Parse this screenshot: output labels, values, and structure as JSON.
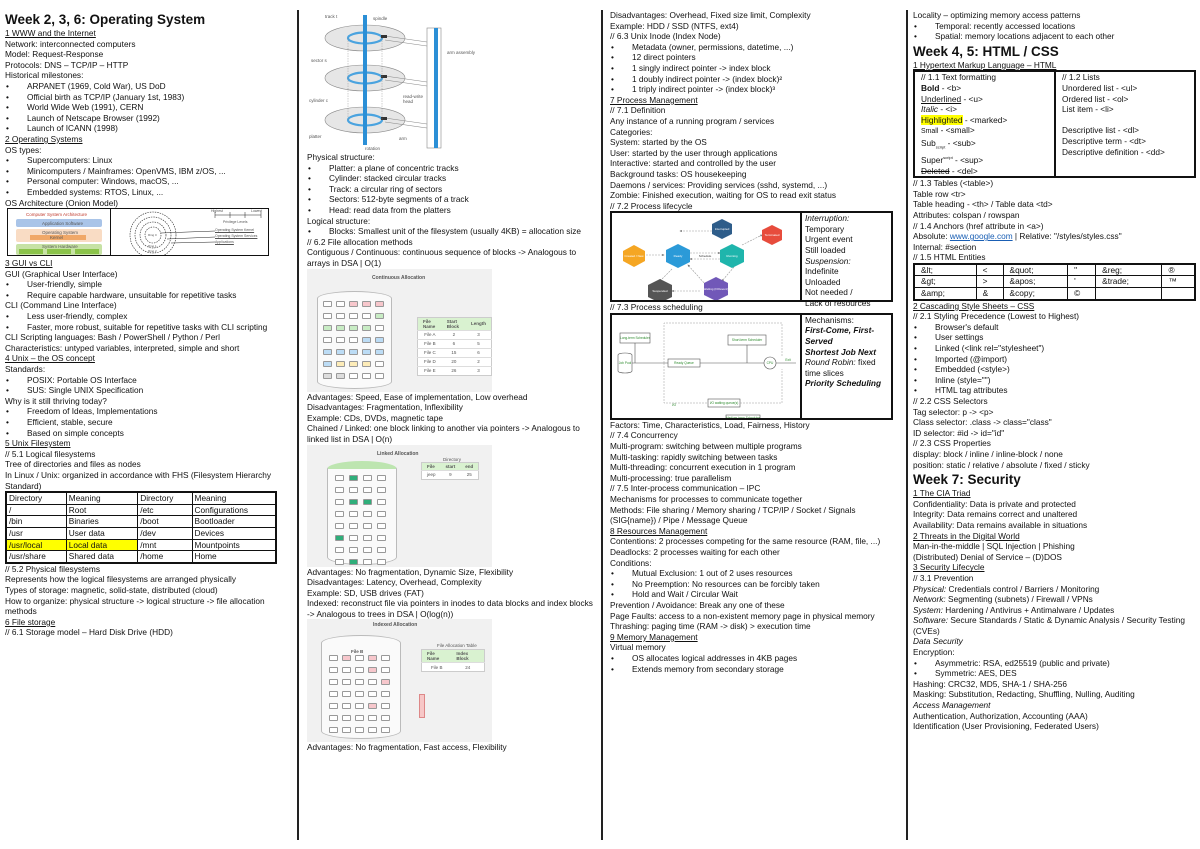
{
  "col1": {
    "week_title": "Week 2, 3, 6: Operating System",
    "s1": {
      "title": "1 WWW and the Internet",
      "lines": [
        "Network: interconnected computers",
        "Model: Request-Response",
        "Protocols: DNS – TCP/IP – HTTP",
        "Historical milestones:"
      ],
      "bullets": [
        "ARPANET (1969, Cold War), US DoD",
        "Official birth as TCP/IP (January 1st, 1983)",
        "World Wide Web (1991), CERN",
        "Launch of Netscape Browser (1992)",
        "Launch of ICANN (1998)"
      ]
    },
    "s2": {
      "title": "2 Operating Systems",
      "intro": "OS types:",
      "bullets": [
        "Supercomputers: Linux",
        "Minicomputers / Mainframes: OpenVMS, IBM z/OS, ...",
        "Personal computer: Windows, macOS, ...",
        "Embedded systems: RTOS, Linux, ..."
      ],
      "arch_label": "OS Architecture (Onion Model)",
      "fig_left": {
        "title": "Computer System Architecture",
        "app": "Application Software",
        "os": "Operating System",
        "kernel": "Kernel",
        "hw": "System Hardware",
        "cpu": "CPU",
        "mem": "Memory",
        "dev": "Devices"
      },
      "fig_right": {
        "rings": [
          "Ring 0",
          "Ring 1",
          "Ring 2",
          "Ring 3"
        ],
        "top_left": "Highest",
        "top_right": "Lowest",
        "scale": [
          "0",
          "1",
          "2",
          "3"
        ],
        "priv": "Privilege Levels",
        "l1": "Operating System Kernel",
        "l2": "Operating System Services",
        "l3": "Applications"
      }
    },
    "s3": {
      "title": "3 GUI vs CLI",
      "gui": "GUI (Graphical User Interface)",
      "gui_bullets": [
        "User-friendly, simple",
        "Require capable hardware, unsuitable for repetitive tasks"
      ],
      "cli": "CLI (Command Line Interface)",
      "cli_bullets": [
        "Less user-friendly, complex",
        "Faster, more robust, suitable for repetitive tasks with CLI scripting"
      ],
      "lines": [
        "CLI Scripting languages: Bash / PowerShell / Python / Perl",
        "Characteristics: untyped variables, interpreted, simple and short"
      ]
    },
    "s4": {
      "title": "4 Unix – the OS concept",
      "standards": "Standards:",
      "std_bullets": [
        "POSIX: Portable OS Interface",
        "SUS: Single UNIX Specification"
      ],
      "why": "Why is it still thriving today?",
      "why_bullets": [
        "Freedom of Ideas, Implementations",
        "Efficient, stable, secure",
        "Based on simple concepts"
      ]
    },
    "s5": {
      "title": "5 Unix Filesystem",
      "sub1": "// 5.1 Logical filesystems",
      "lines": [
        "Tree of directories and files as nodes",
        "In Linux / Unix: organized in accordance with FHS (Filesystem Hierarchy Standard)"
      ],
      "table": {
        "headers": [
          "Directory",
          "Meaning",
          "Directory",
          "Meaning"
        ],
        "rows": [
          [
            "/",
            "Root",
            "/etc",
            "Configurations"
          ],
          [
            "/bin",
            "Binaries",
            "/boot",
            "Bootloader"
          ],
          [
            "/usr",
            "User data",
            "/dev",
            "Devices"
          ],
          [
            "/usr/local",
            "Local data",
            "/mnt",
            "Mountpoints"
          ],
          [
            "/usr/share",
            "Shared data",
            "/home",
            "Home"
          ]
        ]
      },
      "sub2": "// 5.2 Physical filesystems",
      "lines2": [
        "Represents how the logical filesystems are arranged physically",
        "Types of storage: magnetic, solid-state, distributed (cloud)",
        "How to organize: physical structure -> logical structure -> file allocation methods"
      ]
    },
    "s6": {
      "title": "6 File storage",
      "sub1": "// 6.1 Storage model – Hard Disk Drive (HDD)"
    }
  },
  "col2": {
    "hdd_fig": {
      "track": "track t",
      "spindle": "spindle",
      "arm_assembly": "arm assembly",
      "sector": "sector s",
      "cylinder": "cylinder c",
      "rw_head": "read-write head",
      "platter": "platter",
      "arm": "arm",
      "rotation": "rotation"
    },
    "phys": "Physical structure:",
    "phys_bullets": [
      "Platter: a plane of concentric tracks",
      "Cylinder: stacked circular tracks",
      "Track: a circular ring of sectors",
      "Sectors: 512-byte segments of a track",
      "Head: read data from the platters"
    ],
    "logical": "Logical structure:",
    "logical_bullets": [
      "Blocks: Smallest unit of the filesystem (usually 4KB) = allocation size"
    ],
    "sub2": "// 6.2 File allocation methods",
    "contig": "Contiguous / Continuous: continuous sequence of blocks -> Analogous to arrays in DSA | O(1)",
    "contig_fig": {
      "title": "Continuous Allocation",
      "headers": [
        "File Name",
        "Start Block",
        "Length"
      ],
      "rows": [
        [
          "File A",
          "2",
          "3"
        ],
        [
          "File B",
          "6",
          "5"
        ],
        [
          "File C",
          "15",
          "6"
        ],
        [
          "File D",
          "20",
          "2"
        ],
        [
          "File E",
          "26",
          "3"
        ]
      ]
    },
    "contig_lines": [
      "Advantages: Speed, Ease of implementation, Low overhead",
      "Disadvantages: Fragmentation, Inflexibility",
      "Example: CDs, DVDs, magnetic tape"
    ],
    "linked": "Chained / Linked: one block linking to another via pointers -> Analogous to linked list in DSA | O(n)",
    "linked_fig": {
      "title": "Linked Allocation",
      "dir": "Directory",
      "headers": [
        "File",
        "start",
        "end"
      ],
      "row": [
        "jeep",
        "9",
        "25"
      ]
    },
    "linked_lines": [
      "Advantages: No fragmentation, Dynamic Size, Flexibility",
      "Disadvantages: Latency, Overhead, Complexity",
      "Example: SD, USB drives (FAT)"
    ],
    "indexed": "Indexed: reconstruct file via pointers in inodes to data blocks and index blocks -> Analogous to trees in DSA | O(log(n))",
    "indexed_fig": {
      "title": "Indexed Allocation",
      "fat": "File Allocation Table",
      "headers": [
        "File Name",
        "Index Block"
      ],
      "row": [
        "File B",
        "24"
      ],
      "file": "File B"
    },
    "indexed_adv": "Advantages: No fragmentation, Fast access, Flexibility"
  },
  "col3": {
    "top_lines": [
      "Disadvantages: Overhead, Fixed size limit, Complexity",
      "Example: HDD / SSD (NTFS, ext4)",
      "// 6.3 Unix Inode (Index Node)"
    ],
    "inode_bullets": [
      "Metadata (owner, permissions, datetime, ...)",
      "12 direct pointers",
      "1 singly indirect pointer -> index block",
      "1 doubly indirect pointer -> (index block)²",
      "1 triply indirect pointer -> (index block)³"
    ],
    "s7": {
      "title": "7 Process Management",
      "sub1": "// 7.1 Definition",
      "lines": [
        "Any instance of a running program / services",
        "Categories:",
        "System: started by the OS",
        "User: started by the user through applications",
        "Interactive: started and controlled by the user",
        "Background tasks: OS housekeeping",
        "Daemons / services: Providing services (sshd, systemd, ...)",
        "Zombie: Finished execution, waiting for OS to read exit status"
      ],
      "sub2": "// 7.2 Process lifecycle",
      "lifecycle": {
        "states": [
          "Interrupted",
          "Terminated",
          "Created / New",
          "Ready",
          "Running",
          "Suspended",
          "Waiting (I/O/event)"
        ],
        "schedule": "Schedule",
        "side": [
          {
            "t": "Interruption:",
            "i": true
          },
          {
            "t": "Temporary"
          },
          {
            "t": "Urgent event"
          },
          {
            "t": "Still loaded"
          },
          {
            "t": "Suspension:",
            "i": true
          },
          {
            "t": "Indefinite"
          },
          {
            "t": "Unloaded"
          },
          {
            "t": "Not needed /"
          },
          {
            "t": "Lack of resources"
          }
        ]
      },
      "sub3": "// 7.3 Process scheduling",
      "sched": {
        "long": "Long-term Scheduler",
        "short": "Short-term Scheduler",
        "job": "Job Pool",
        "ready": "Ready Queue",
        "cpu": "CPU",
        "exit": "Exit",
        "io": "I/O",
        "wait": "I/O waiting queue(s)",
        "medium": "Medium-term Scheduler",
        "mech": "Mechanisms:",
        "fcfs": "First-Come, First-Served",
        "sjn": "Shortest Job Next",
        "rr": "Round Robin:",
        "rr_rest": " fixed time slices",
        "ps": "Priority Scheduling"
      },
      "factors": "Factors: Time, Characteristics, Load, Fairness, History",
      "sub4": "// 7.4 Concurrency",
      "conc": [
        "Multi-program: switching between multiple programs",
        "Multi-tasking: rapidly switching between tasks",
        "Multi-threading: concurrent execution in 1 program",
        "Multi-processing: true parallelism"
      ],
      "sub5": "// 7.5 Inter-process communication – IPC",
      "ipc": [
        "Mechanisms for processes to communicate together",
        "Methods: File sharing / Memory sharing / TCP/IP / Socket / Signals (SIG{name}) / Pipe / Message Queue"
      ]
    },
    "s8": {
      "title": "8 Resources Management",
      "lines": [
        "Contentions: 2 processes competing for the same resource (RAM, file, ...)",
        "Deadlocks: 2 processes waiting for each other",
        "Conditions:"
      ],
      "bullets": [
        "Mutual Exclusion: 1 out of 2 uses resources",
        "No Preemption: No resources can be forcibly taken",
        "Hold and Wait / Circular Wait"
      ],
      "lines2": [
        "Prevention / Avoidance: Break any one of these",
        "Page Faults: access to a non-existent memory page in physical memory",
        "Thrashing: paging time (RAM -> disk) > execution time"
      ]
    },
    "s9": {
      "title": "9 Memory Management",
      "intro": "Virtual memory",
      "bullets": [
        "OS allocates logical addresses in 4KB pages",
        "Extends memory from secondary storage"
      ]
    }
  },
  "col4": {
    "locality": "Locality – optimizing memory access patterns",
    "loc_bullets": [
      "Temporal: recently accessed locations",
      "Spatial: memory locations adjacent to each other"
    ],
    "week_title": "Week 4, 5: HTML / CSS",
    "html": {
      "title": "1 Hypertext Markup Language – HTML",
      "fmt_title": "// 1.1 Text formatting",
      "fmt": {
        "bold": "Bold",
        "bold_tag": " - <b>",
        "u": "Underlined",
        "u_tag": " - <u>",
        "i": "Italic",
        "i_tag": " - <i>",
        "hl": "Highlighted",
        "hl_tag": " - <marked>",
        "small": "Small",
        "small_tag": " - <small>",
        "sub": "Sub",
        "sub_s": "script",
        "sub_tag": " - <sub>",
        "sup": "Super",
        "sup_s": "script",
        "sup_tag": " - <sup>",
        "del": "Deleted",
        "del_tag": " - <del>"
      },
      "lists_title": "// 1.2 Lists",
      "lists": [
        "Unordered list - <ul>",
        "Ordered list - <ol>",
        "List item - <li>",
        "",
        "Descriptive list - <dl>",
        "Descriptive term - <dt>",
        "Descriptive definition - <dd>"
      ],
      "tables_lines": [
        "// 1.3 Tables (<table>)",
        "Table row <tr>",
        "Table heading - <th> / Table data <td>",
        "Attributes: colspan / rowspan",
        "// 1.4 Anchors (href attribute in <a>)"
      ],
      "abs": "Absolute: ",
      "abs_link": "www.google.com",
      "rel": " | Relative: \"/styles/styles.css\"",
      "internal": "Internal: #section",
      "ent_title": "// 1.5 HTML Entities",
      "entities": [
        [
          "&lt;",
          "<",
          "&quot;",
          "\"",
          "&reg;",
          "®"
        ],
        [
          "&gt;",
          ">",
          "&apos;",
          "'",
          "&trade;",
          "™"
        ],
        [
          "&amp;",
          "&",
          "&copy;",
          "©",
          "",
          ""
        ]
      ]
    },
    "css": {
      "title": "2 Cascading Style Sheets – CSS",
      "sub1": "// 2.1 Styling Precedence (Lowest to Highest)",
      "bullets": [
        "Browser's default",
        "User settings",
        "Linked (<link rel=\"stylesheet\")",
        "Imported (@import)",
        "Embedded (<style>)",
        "Inline (style=\"\")",
        "HTML tag attributes"
      ],
      "lines": [
        "// 2.2 CSS Selectors",
        "Tag selector: p -> <p>",
        "Class selector: .class -> class=\"class\"",
        "ID selector: #id -> id=\"id\"",
        "// 2.3 CSS Properties",
        "display: block / inline / inline-block / none",
        "position: static / relative / absolute / fixed / sticky"
      ]
    },
    "week7_title": "Week 7: Security",
    "sec": {
      "s1_title": "1 The CIA Triad",
      "s1": [
        "Confidentiality: Data is private and protected",
        "Integrity: Data remains correct and unaltered",
        "Availability: Data remains available in situations"
      ],
      "s2_title": "2 Threats in the Digital World",
      "s2": [
        "Man-in-the-middle | SQL Injection | Phishing",
        "(Distributed) Denial of Service – (D)DOS"
      ],
      "s3_title": "3 Security Lifecycle",
      "s3_sub": "// 3.1 Prevention",
      "prev": [
        {
          "k": "Physical:",
          "v": " Credentials control / Barriers / Monitoring"
        },
        {
          "k": "Network:",
          "v": " Segmenting (subnets) / Firewall / VPNs"
        },
        {
          "k": "System:",
          "v": " Hardening / Antivirus + Antimalware / Updates"
        },
        {
          "k": "Software:",
          "v": " Secure Standards / Static & Dynamic Analysis / Security Testing (CVEs)"
        }
      ],
      "data_sec": "Data Security",
      "enc": "Encryption:",
      "enc_bullets": [
        "Asymmetric: RSA, ed25519 (public and private)",
        "Symmetric: AES, DES"
      ],
      "lines": [
        "Hashing: CRC32, MD5, SHA-1 / SHA-256",
        "Masking: Substitution, Redacting, Shuffling, Nulling, Auditing"
      ],
      "access": "Access Management",
      "lines2": [
        "Authentication, Authorization, Accounting (AAA)",
        "Identification (User Provisioning, Federated Users)"
      ]
    }
  }
}
